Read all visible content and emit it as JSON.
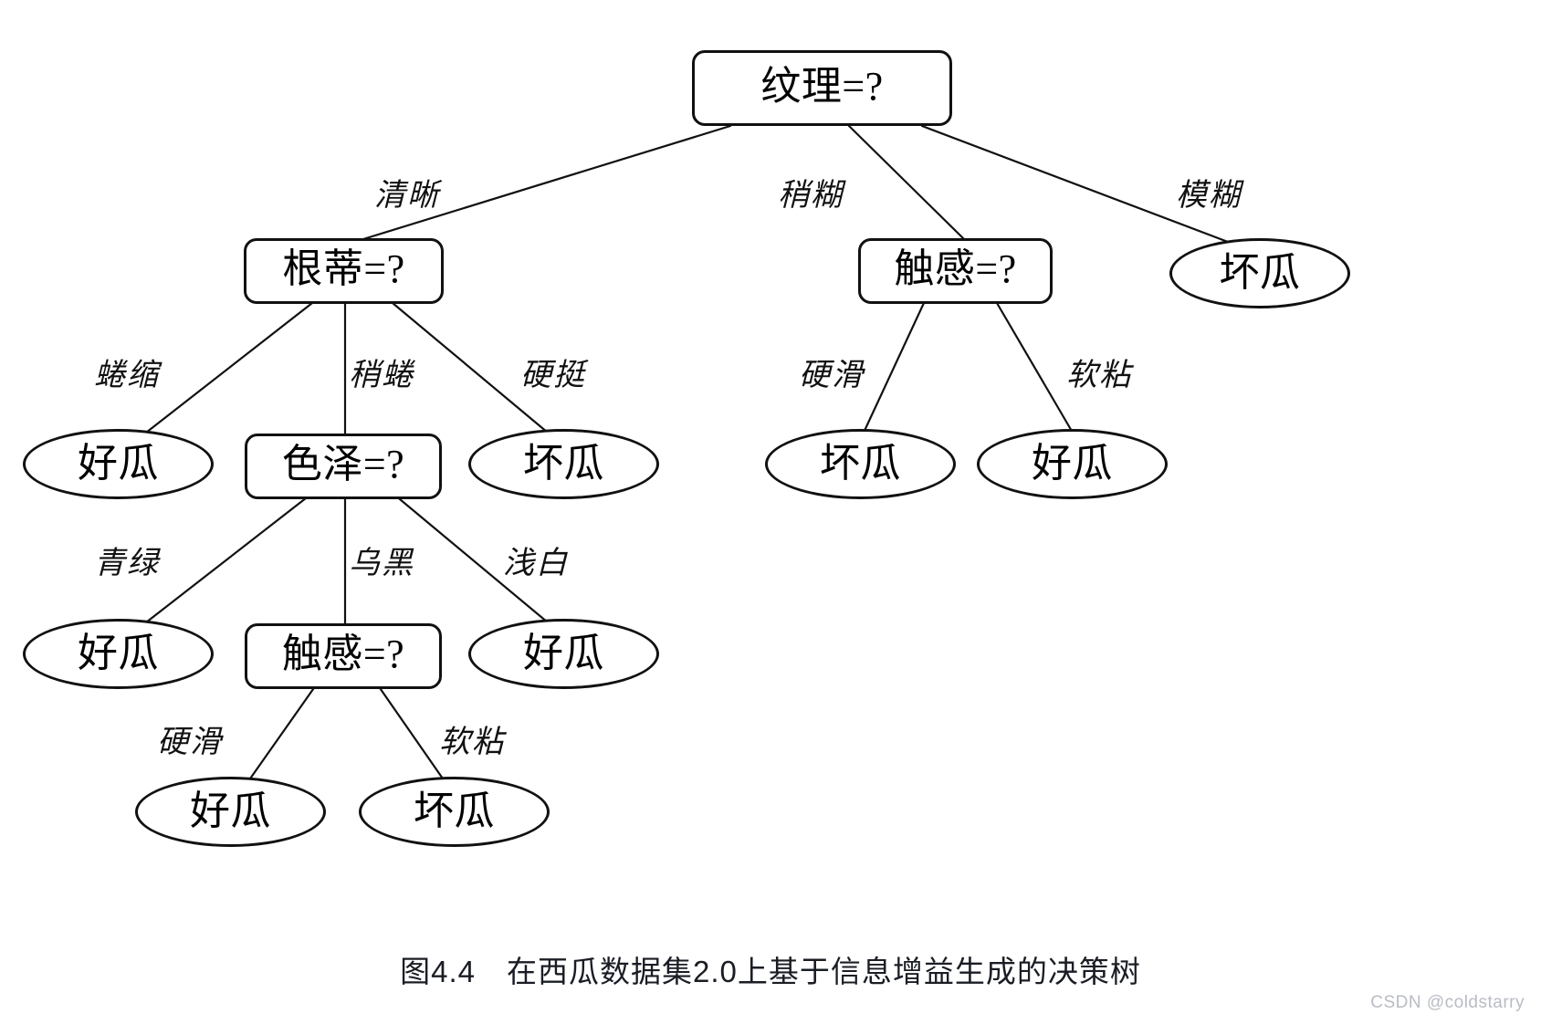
{
  "figure": {
    "caption": "图4.4　在西瓜数据集2.0上基于信息增益生成的决策树",
    "watermark": "CSDN @coldstarry"
  },
  "tree": {
    "nodes": {
      "root_texture": {
        "label": "纹理=?",
        "type": "internal"
      },
      "stalk": {
        "label": "根蒂=?",
        "type": "internal"
      },
      "touch_right": {
        "label": "触感=?",
        "type": "internal"
      },
      "bad_blurry": {
        "label": "坏瓜",
        "type": "leaf"
      },
      "good_curled": {
        "label": "好瓜",
        "type": "leaf"
      },
      "color": {
        "label": "色泽=?",
        "type": "internal"
      },
      "bad_stiff": {
        "label": "坏瓜",
        "type": "leaf"
      },
      "bad_hard_right": {
        "label": "坏瓜",
        "type": "leaf"
      },
      "good_soft_right": {
        "label": "好瓜",
        "type": "leaf"
      },
      "good_green": {
        "label": "好瓜",
        "type": "leaf"
      },
      "touch_mid": {
        "label": "触感=?",
        "type": "internal"
      },
      "good_white": {
        "label": "好瓜",
        "type": "leaf"
      },
      "good_hard_mid": {
        "label": "好瓜",
        "type": "leaf"
      },
      "bad_soft_mid": {
        "label": "坏瓜",
        "type": "leaf"
      }
    },
    "edge_labels": {
      "clear": "清晰",
      "slightly_blurry": "稍糊",
      "blurry": "模糊",
      "curled": "蜷缩",
      "slightly_curled": "稍蜷",
      "stiff": "硬挺",
      "hard_smooth_right": "硬滑",
      "soft_sticky_right": "软粘",
      "green": "青绿",
      "dark": "乌黑",
      "pale_white": "浅白",
      "hard_smooth_mid": "硬滑",
      "soft_sticky_mid": "软粘"
    }
  },
  "chart_data": {
    "type": "diagram",
    "title": "图4.4　在西瓜数据集2.0上基于信息增益生成的决策树",
    "root": {
      "attribute": "纹理=?",
      "branches": [
        {
          "value": "清晰",
          "child": {
            "attribute": "根蒂=?",
            "branches": [
              {
                "value": "蜷缩",
                "child": {
                  "leaf": "好瓜"
                }
              },
              {
                "value": "稍蜷",
                "child": {
                  "attribute": "色泽=?",
                  "branches": [
                    {
                      "value": "青绿",
                      "child": {
                        "leaf": "好瓜"
                      }
                    },
                    {
                      "value": "乌黑",
                      "child": {
                        "attribute": "触感=?",
                        "branches": [
                          {
                            "value": "硬滑",
                            "child": {
                              "leaf": "好瓜"
                            }
                          },
                          {
                            "value": "软粘",
                            "child": {
                              "leaf": "坏瓜"
                            }
                          }
                        ]
                      }
                    },
                    {
                      "value": "浅白",
                      "child": {
                        "leaf": "好瓜"
                      }
                    }
                  ]
                }
              },
              {
                "value": "硬挺",
                "child": {
                  "leaf": "坏瓜"
                }
              }
            ]
          }
        },
        {
          "value": "稍糊",
          "child": {
            "attribute": "触感=?",
            "branches": [
              {
                "value": "硬滑",
                "child": {
                  "leaf": "坏瓜"
                }
              },
              {
                "value": "软粘",
                "child": {
                  "leaf": "好瓜"
                }
              }
            ]
          }
        },
        {
          "value": "模糊",
          "child": {
            "leaf": "坏瓜"
          }
        }
      ]
    }
  }
}
